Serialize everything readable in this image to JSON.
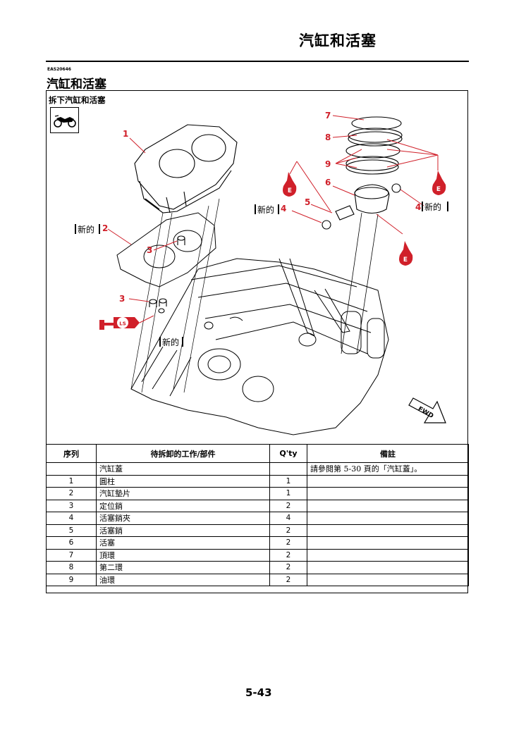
{
  "header": {
    "title": "汽缸和活塞"
  },
  "section": {
    "code": "EAS20646",
    "title": "汽缸和活塞"
  },
  "subtitle": "拆下汽缸和活塞",
  "diagram": {
    "callouts": [
      "1",
      "2",
      "3",
      "3",
      "4",
      "4",
      "5",
      "6",
      "7",
      "8",
      "9"
    ],
    "new_label": "新的",
    "oil_mark": "E",
    "grease_mark": "LS",
    "fwd_mark": "FWD",
    "accent_color": "#d0202a"
  },
  "table": {
    "headers": {
      "no": "序列",
      "job": "待拆卸的工作/部件",
      "qty": "Q'ty",
      "remarks": "備註"
    },
    "rows": [
      {
        "no": "",
        "job": "汽缸蓋",
        "qty": "",
        "remarks": "請參閱第 5-30 頁的「汽缸蓋」。"
      },
      {
        "no": "1",
        "job": "圓柱",
        "qty": "1",
        "remarks": ""
      },
      {
        "no": "2",
        "job": "汽缸墊片",
        "qty": "1",
        "remarks": ""
      },
      {
        "no": "3",
        "job": "定位銷",
        "qty": "2",
        "remarks": ""
      },
      {
        "no": "4",
        "job": "活塞銷夾",
        "qty": "4",
        "remarks": ""
      },
      {
        "no": "5",
        "job": "活塞銷",
        "qty": "2",
        "remarks": ""
      },
      {
        "no": "6",
        "job": "活塞",
        "qty": "2",
        "remarks": ""
      },
      {
        "no": "7",
        "job": "頂環",
        "qty": "2",
        "remarks": ""
      },
      {
        "no": "8",
        "job": "第二環",
        "qty": "2",
        "remarks": ""
      },
      {
        "no": "9",
        "job": "油環",
        "qty": "2",
        "remarks": ""
      }
    ]
  },
  "page": {
    "number": "5-43"
  }
}
